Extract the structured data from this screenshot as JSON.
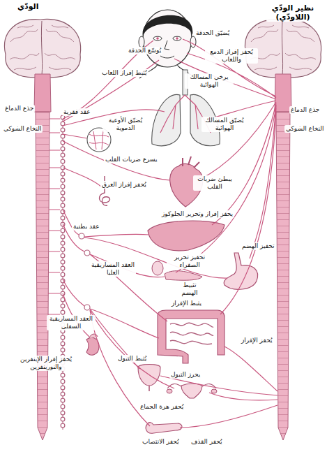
{
  "diagram": {
    "labels": [
      "الودّي",
      "نظير الودّي (اللاودّي)",
      "جذع الدماغ",
      "النخاع الشوكي",
      "عقد فقرية",
      "يُوسّع الحدقة",
      "يُضيّق الحدقة",
      "يُحفز إفراز الدمع واللعاب",
      "يُثبط إفراز اللعاب",
      "يرخي المسالك الهوائية",
      "يُضيّق المسالك الهوائية",
      "يُضيّق الأوعية الدموية",
      "يسرع ضربات القلب",
      "يبطئ ضربات القلب",
      "يُحفز إفراز العرق",
      "يحفز إفراز وتحرير الجلوكوز",
      "عقد بطنية",
      "العقد المساريقية العليا",
      "تحفيز الهضم",
      "تحفيز تحرير الصفراء",
      "تثبيط الهضم",
      "يثبط الإفراز",
      "العقد المساريقية السفلى",
      "يُحفز الإفراز",
      "يُحفز إفراز الإبنفرين والنوربنفرين",
      "يُثبط التبول",
      "يحرز التبول",
      "يُحفز هزة الجماع",
      "يُحفز الانتصاب",
      "يُحفز القذف",
      "جذع الدماغ",
      "النخاع الشوكي"
    ]
  }
}
